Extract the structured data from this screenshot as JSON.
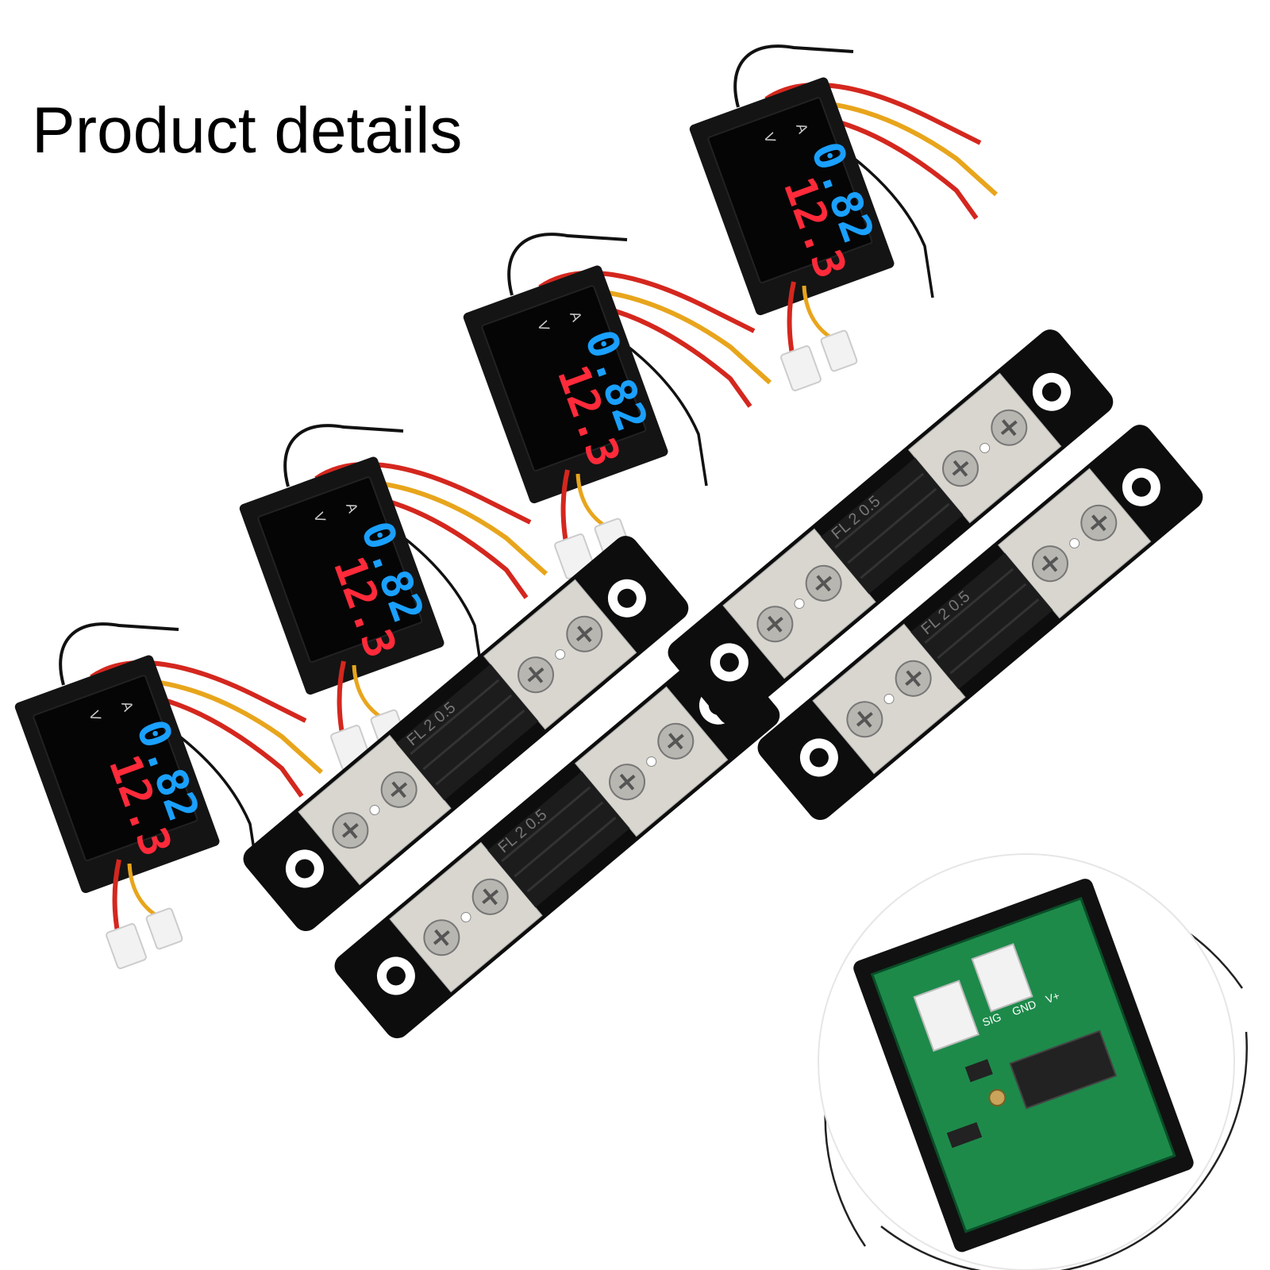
{
  "title": "Product details",
  "meter": {
    "top_reading": "0.82",
    "bottom_reading": "12.3",
    "top_unit": "A",
    "bottom_unit": "V",
    "top_color": "#1aa0ff",
    "bottom_color": "#ff2a3a"
  },
  "shunt": {
    "label": "FL 2  0.5",
    "label_rev": "FL-2  0.5"
  },
  "pcb": {
    "labels": [
      "SIG",
      "GND",
      "V+"
    ],
    "board_color": "#1d8a4a"
  },
  "colors": {
    "wire_red": "#d4271e",
    "wire_yellow": "#e8a51c",
    "wire_black": "#111111",
    "metal": "#d9d6cf",
    "bracket": "#0d0d0d"
  }
}
